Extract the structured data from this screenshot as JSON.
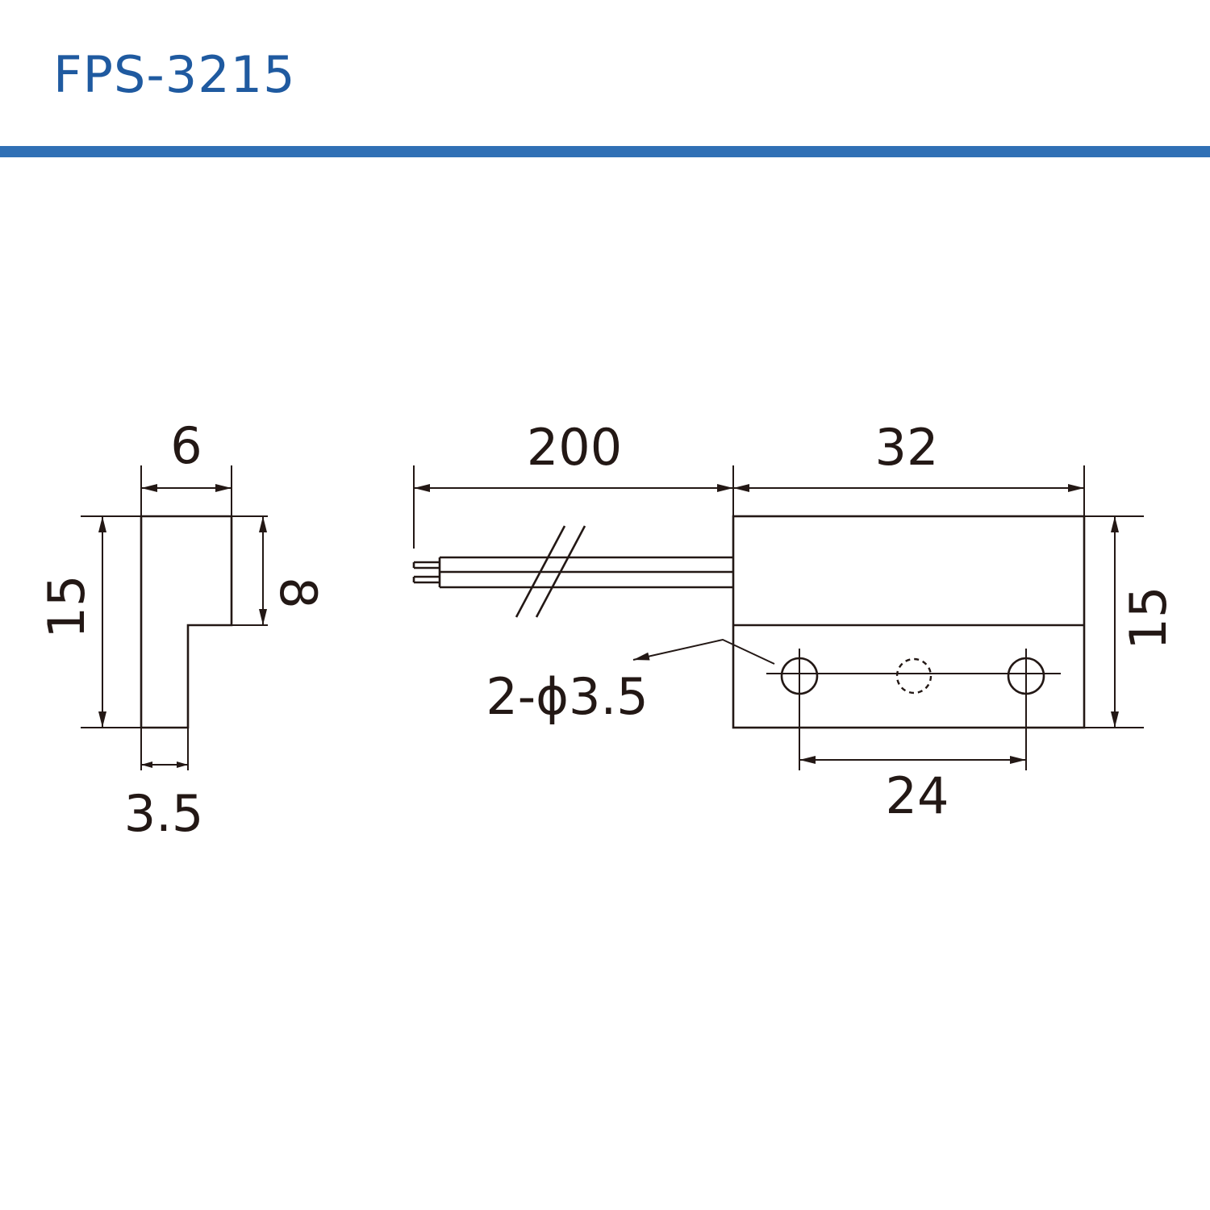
{
  "header": {
    "model": "FPS-3215",
    "accent_color": "#3070b5",
    "title_color": "#1f5aa0"
  },
  "side_view": {
    "width_label": "6",
    "height_label": "15",
    "step_label": "8",
    "base_label": "3.5"
  },
  "front_view": {
    "cable_length_label": "200",
    "body_length_label": "32",
    "height_label": "15",
    "hole_pitch_label": "24",
    "hole_spec_label": "2-ϕ3.5"
  },
  "line_color": "#231815"
}
